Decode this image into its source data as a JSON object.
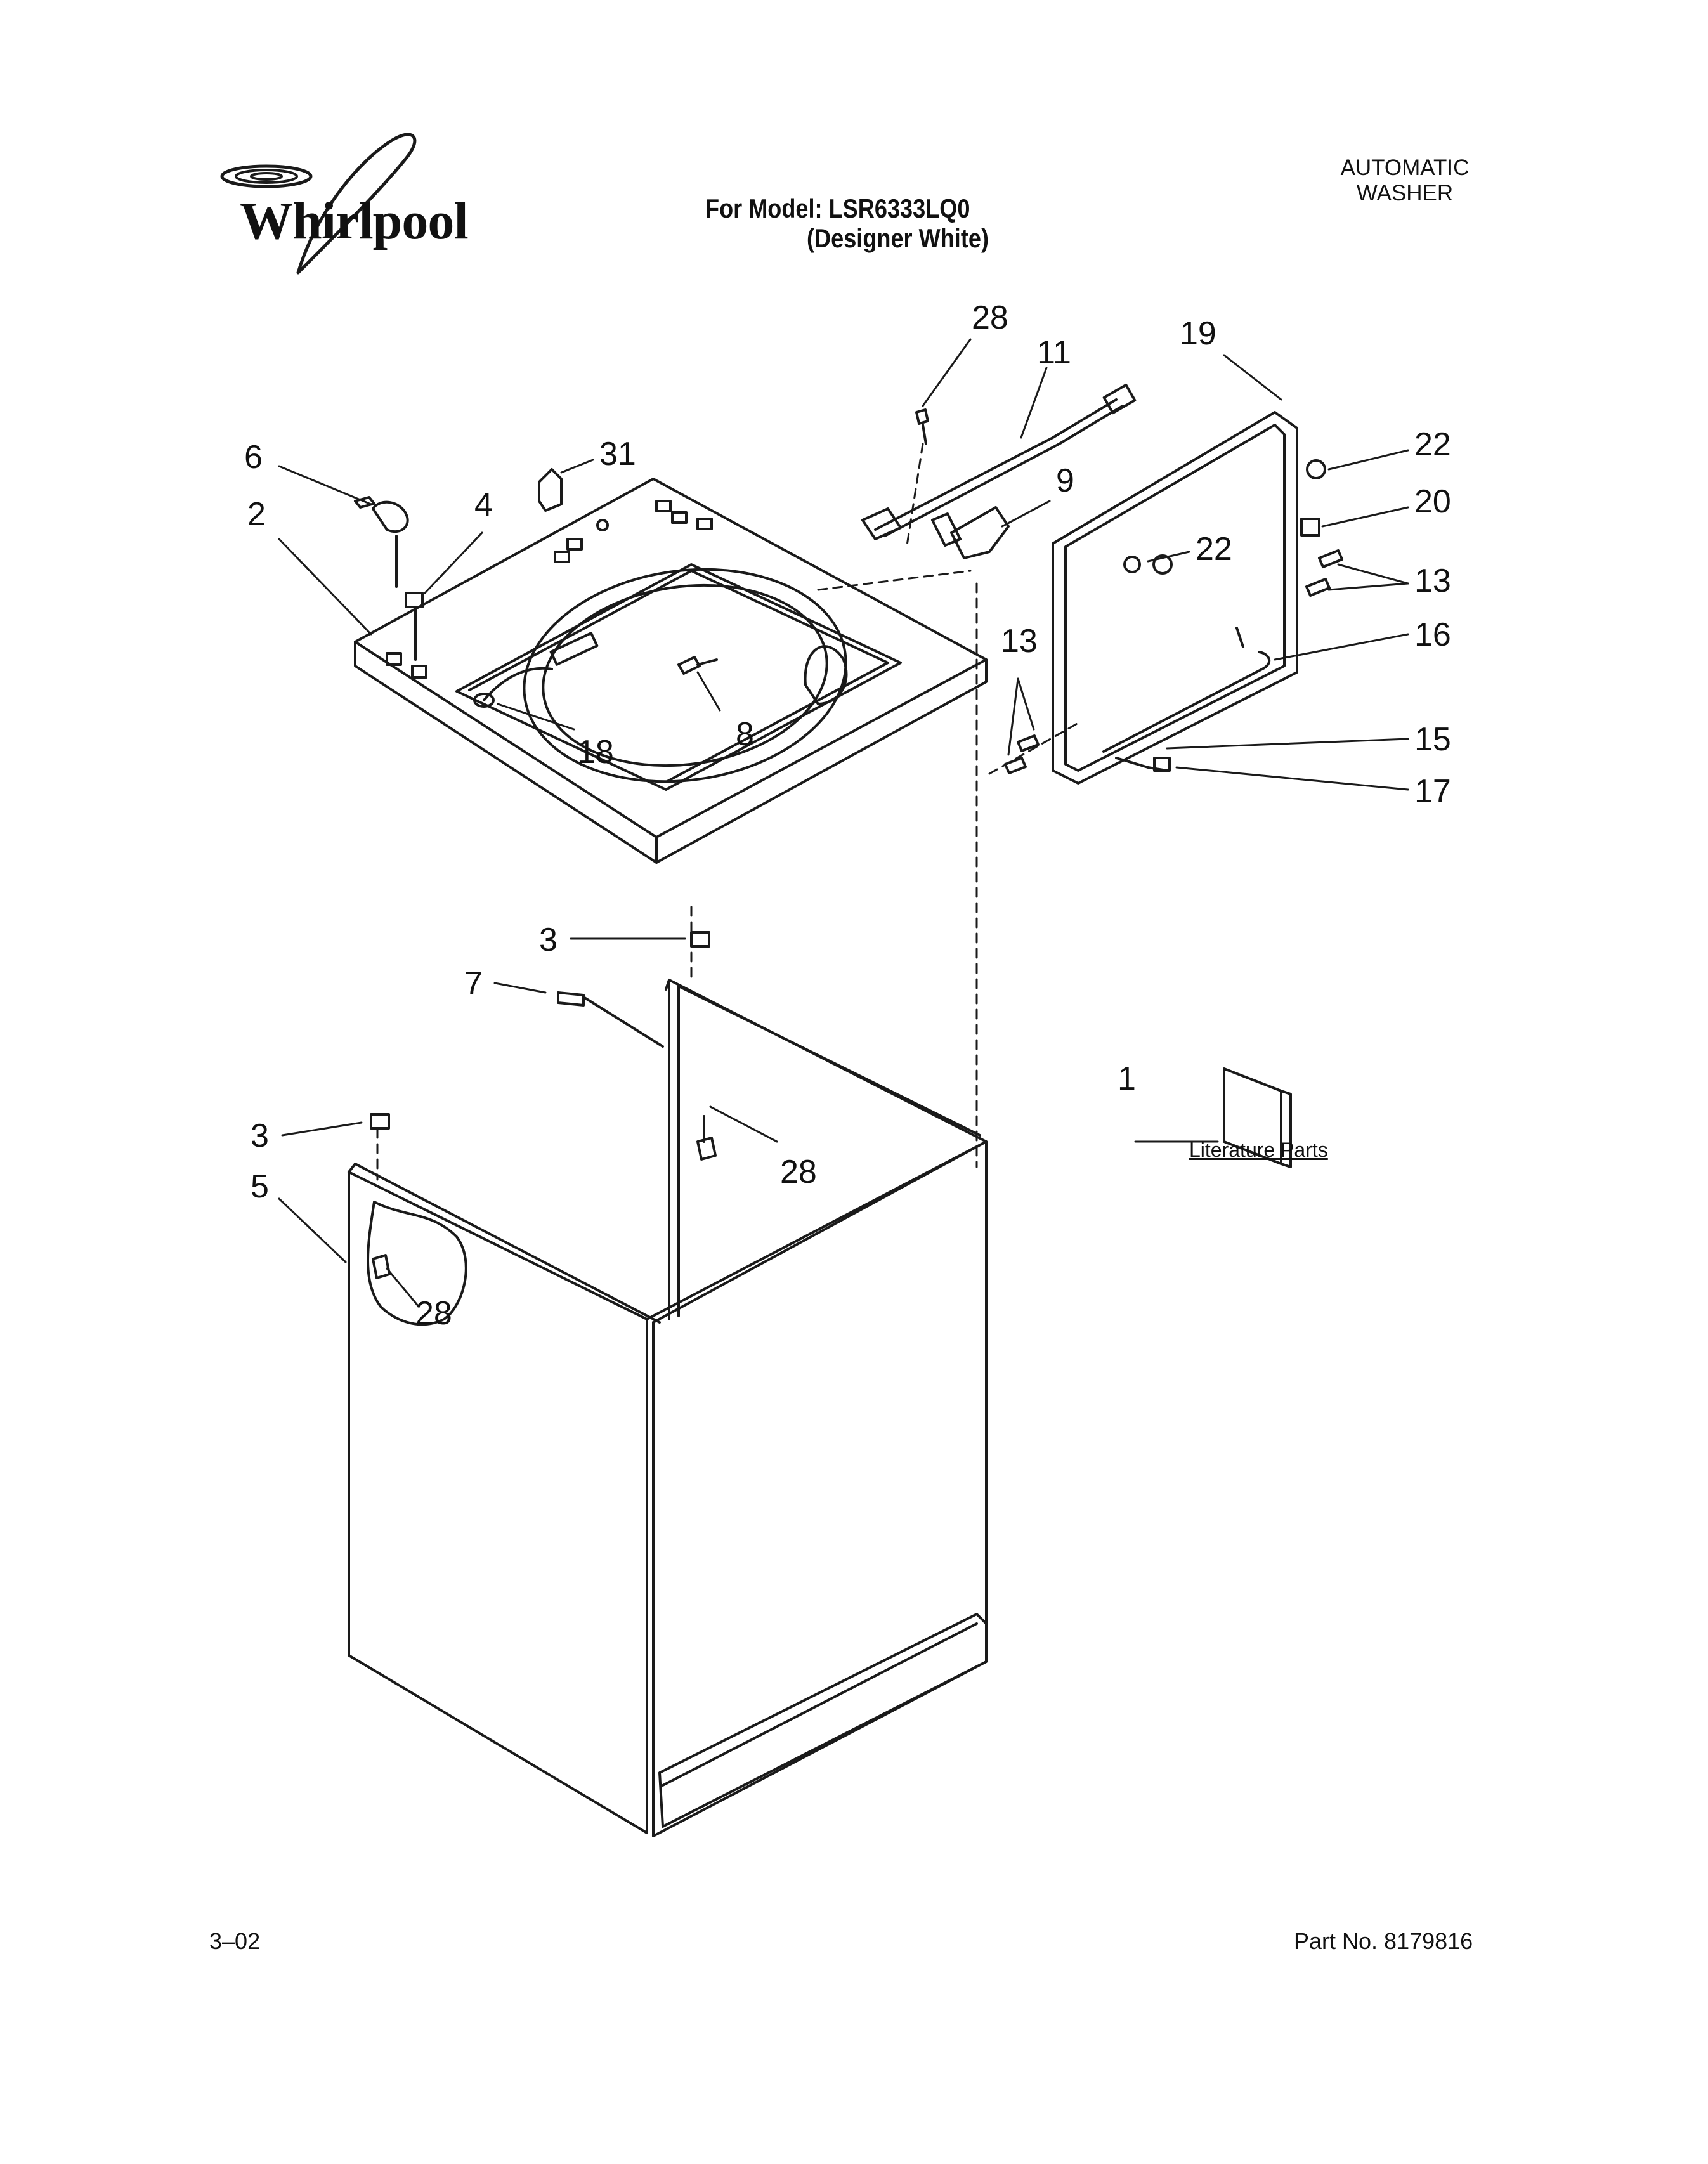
{
  "header": {
    "brand": "Whirlpool",
    "model_line": "For Model: LSR6333LQ0",
    "model_color": "(Designer White)",
    "category_line1": "AUTOMATIC",
    "category_line2": "WASHER"
  },
  "callouts": {
    "c28_top": "28",
    "c11": "11",
    "c19": "19",
    "c6": "6",
    "c31": "31",
    "c22_outer": "22",
    "c9": "9",
    "c2": "2",
    "c4": "4",
    "c20": "20",
    "c22_inner": "22",
    "c13_right": "13",
    "c16": "16",
    "c13_left": "13",
    "c18": "18",
    "c8": "8",
    "c15": "15",
    "c17": "17",
    "c3_upper": "3",
    "c7": "7",
    "c28_mid": "28",
    "c1": "1",
    "c3_lower": "3",
    "c5": "5",
    "c28_low": "28"
  },
  "literature_label": "Literature Parts",
  "footer": {
    "date": "3–02",
    "part_number": "Part No. 8179816"
  },
  "colors": {
    "ink": "#1a1a1a",
    "paper": "#ffffff"
  }
}
